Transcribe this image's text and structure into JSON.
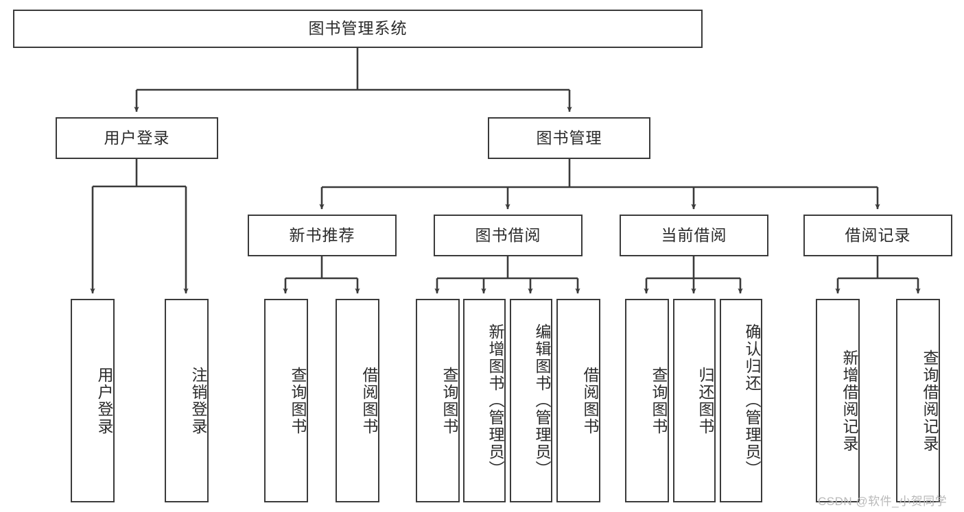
{
  "diagram": {
    "title": "图书管理系统",
    "watermark": "CSDN @软件_小贺同学",
    "line_color": "#3a3a3a",
    "text_color": "#2b2b2b",
    "background": "#ffffff",
    "nodes": {
      "root": "图书管理系统",
      "level2": [
        "用户登录",
        "图书管理"
      ],
      "level3": [
        "新书推荐",
        "图书借阅",
        "当前借阅",
        "借阅记录"
      ],
      "leaves": {
        "user_login": [
          "用户登录",
          "注销登录"
        ],
        "new_book_recommend": [
          "查询图书",
          "借阅图书"
        ],
        "book_borrow": [
          "查询图书",
          "新增图书（管理员）",
          "编辑图书（管理员）",
          "借阅图书"
        ],
        "current_borrow": [
          "查询图书",
          "归还图书",
          "确认归还（管理员）"
        ],
        "borrow_record": [
          "新增借阅记录",
          "查询借阅记录"
        ]
      }
    }
  }
}
